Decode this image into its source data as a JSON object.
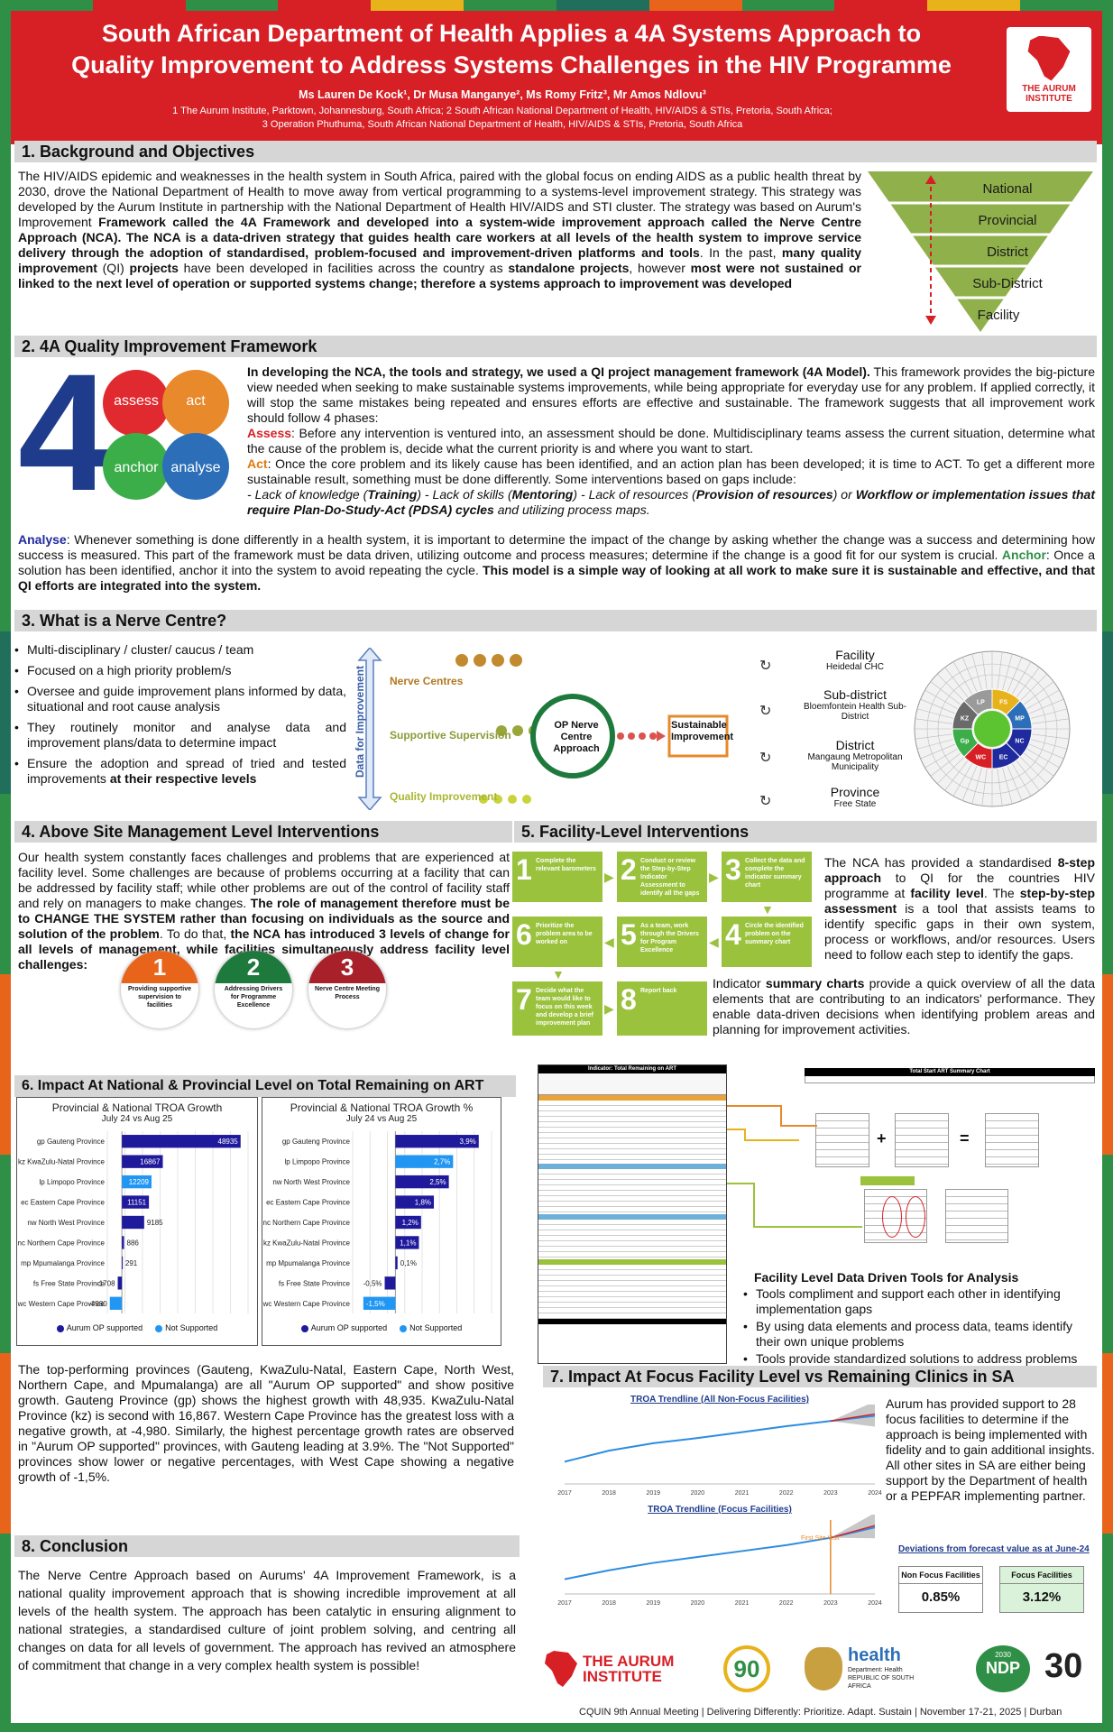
{
  "header": {
    "title_line1": "South African Department of Health Applies a 4A Systems Approach to",
    "title_line2": "Quality Improvement to Address Systems Challenges in the HIV Programme",
    "authors": "Ms Lauren De Kock¹,  Dr Musa Manganye², Ms Romy Fritz³,  Mr Amos Ndlovu³",
    "aff_line1": "1 The Aurum Institute, Parktown, Johannesburg, South Africa; 2 South African National Department of Health, HIV/AIDS & STIs, Pretoria, South Africa;",
    "aff_line2": "3 Operation Phuthuma, South African National Department of Health, HIV/AIDS & STIs, Pretoria, South Africa",
    "logo_line1": "THE AURUM",
    "logo_line2": "INSTITUTE"
  },
  "s1": {
    "title": "1. Background and Objectives",
    "p1": "The HIV/AIDS epidemic and weaknesses in the health system in South Africa, paired with the global focus on ending AIDS as a public health threat by 2030, drove the National Department of Health to move away from vertical programming to a systems-level improvement strategy. This strategy was developed by the Aurum Institute in partnership with the National Department of Health HIV/AIDS and STI cluster. The strategy was based on Aurum's Improvement ",
    "b1": "Framework called the 4A Framework and developed into a system-wide improvement approach called the Nerve Centre Approach (NCA). The NCA is a data-driven strategy that guides health care workers at all levels of the health system to improve service delivery through the adoption of standardised, problem-focused and improvement-driven platforms and tools",
    "p2": ". In the past, ",
    "b2": "many quality improvement",
    "p3": " (QI) ",
    "b3": "projects",
    "p4": " have been developed in facilities across the country as ",
    "b4": "standalone projects",
    "p5": ", however ",
    "b5": "most were not sustained or linked to the next level of operation or supported systems change; therefore a systems approach to improvement was developed",
    "levels": [
      "National",
      "Provincial",
      "District",
      "Sub-District",
      "Facility"
    ]
  },
  "s2": {
    "title": "2.  4A Quality Improvement Framework",
    "logo": {
      "four": "4",
      "assess": "assess",
      "act": "act",
      "anchor": "anchor",
      "analyse": "analyse"
    },
    "intro_b": "In developing the NCA, the tools and strategy, we used a QI project management framework (4A Model).",
    "intro": " This framework provides the big-picture view needed when seeking to make sustainable systems improvements, while being appropriate for everyday use for any problem. If applied correctly, it will stop the same mistakes being repeated and ensures efforts are effective and sustainable. The framework suggests that all improvement work should follow 4 phases:",
    "assess_l": "Assess",
    "assess": ": Before any intervention is ventured into, an assessment should be done. Multidisciplinary teams assess the current situation, determine what the cause of the problem is, decide what the current priority is and where you want to start.",
    "act_l": "Act",
    "act": ": Once the core problem and its likely cause has been identified, and an action plan has been developed; it is time to ACT. To get a different more sustainable result, something must be done differently. Some interventions based on gaps include:",
    "gaps": "-   Lack of knowledge (",
    "g1": "Training",
    "g2": ")   - Lack of skills (",
    "g3": "Mentoring",
    "g4": ")   - Lack of resources (",
    "g5": "Provision of resources",
    "g6": ") or ",
    "g7": "Workflow or implementation issues that require Plan-Do-Study-Act (PDSA) cycles",
    "g8": " and utilizing process maps.",
    "analyse_l": "Analyse",
    "analyse": ": Whenever something is done differently in a health system, it is important to determine the impact of the change by asking whether the change was a success and determining how success is measured. This part of the framework must be data driven, utilizing outcome and process measures; determine if the change is a good fit for our system is crucial.  ",
    "anchor_l": "Anchor",
    "anchor": ": Once a solution has been identified, anchor it into the system to avoid repeating the cycle. ",
    "anchor_b": "This model is a simple way of looking at all work to make sure it is sustainable and effective, and that QI efforts are integrated into the system."
  },
  "s3": {
    "title": "3.  What is a Nerve Centre?",
    "bullets": [
      "Multi-disciplinary / cluster/ caucus / team",
      "Focused on a high priority problem/s",
      "Oversee and guide improvement plans informed by data, situational and root cause analysis",
      "They routinely monitor and analyse data and improvement plans/data to determine impact",
      "Ensure the adoption and spread of tried and tested improvements "
    ],
    "bullet5_b": "at their respective levels",
    "axis": "Data for Improvement",
    "layers": [
      "Nerve Centres",
      "Supportive Supervision",
      "Quality Improvement"
    ],
    "op": "OP Nerve Centre Approach",
    "sustain": "Sustainable Improvement",
    "levels": [
      {
        "name": "Facility",
        "sub": "Heidedal CHC"
      },
      {
        "name": "Sub-district",
        "sub": "Bloemfontein Health Sub-District"
      },
      {
        "name": "District",
        "sub": "Mangaung Metropolitan Municipality"
      },
      {
        "name": "Province",
        "sub": "Free State"
      }
    ],
    "wheel": [
      "FS",
      "MP",
      "NC",
      "EC",
      "WC",
      "Gp",
      "KZ",
      "LP"
    ]
  },
  "s4": {
    "title": "4.  Above Site Management Level Interventions",
    "p1": "Our health system constantly faces challenges and problems that are experienced at facility level. Some challenges are because of problems occurring at a facility that can be addressed by facility staff; while other problems are out of the control of facility staff and rely on managers to make changes. ",
    "b1": "The role of management therefore must be to CHANGE THE SYSTEM rather than focusing on individuals as the source and solution of the problem",
    "p2": ". To do that, ",
    "b2": "the NCA has introduced 3 levels of change for all levels of management, while facilities simultaneously address facility level challenges:",
    "circles": [
      {
        "n": "1",
        "label": "Providing supportive supervision to facilities",
        "color": "#e8641b"
      },
      {
        "n": "2",
        "label": "Addressing Drivers for Programme Excellence",
        "color": "#1e7a3c"
      },
      {
        "n": "3",
        "label": "Nerve Centre Meeting Process",
        "color": "#a8202a"
      }
    ]
  },
  "s5": {
    "title": "5.  Facility-Level Interventions",
    "steps": [
      "Complete the relevant barometers",
      "Conduct or review the Step-by-Step Indicator Assessment to identify all the gaps",
      "Collect the data and complete the indicator summary chart",
      "Circle the identified problem on the summary chart",
      "As a team, work through the Drivers for Program Excellence",
      "Prioritize the problem area to be worked on",
      "Decide what the team would like to focus on this week and develop a brief improvement plan",
      "Report back"
    ],
    "p1": "The NCA has provided a standardised ",
    "b1": "8-step approach",
    "p2": " to QI for the countries HIV programme at ",
    "b2": "facility level",
    "p3": ". The ",
    "b3": "step-by-step assessment",
    "p4": " is a tool that assists teams to identify specific gaps in their own system, process or workflows, and/or resources.  Users need to follow each step to identify the gaps.",
    "p5": "Indicator ",
    "b5": "summary charts",
    "p6": " provide a quick overview of all the data elements that are contributing to an indicators' performance. They enable data-driven decisions when identifying problem areas and planning for improvement activities.",
    "tools_title": "Facility Level Data Driven Tools for Analysis",
    "tools": [
      "Tools compliment and support each other in identifying implementation gaps",
      "By using data elements and process data, teams identify their own unique problems",
      "Tools provide standardized solutions to address problems"
    ],
    "sheet_title": "Indicator: Total Remaining on ART",
    "summary_title": "Total Start ART Summary Chart"
  },
  "s6": {
    "title": "6.  Impact At National & Provincial Level on Total Remaining on ART",
    "p1": "The top-performing provinces (Gauteng, KwaZulu-Natal, Eastern Cape, North West, Northern Cape, and Mpumalanga) are all \"Aurum OP supported\" and show positive growth. Gauteng Province (gp) shows the highest growth with 48,935. KwaZulu-Natal Province (kz) is second with 16,867. Western Cape Province has the greatest loss with a   negative growth, at -4,980. Similarly, the highest percentage growth rates are observed in \"Aurum OP supported\" provinces, with Gauteng leading at 3.9%. The \"Not Supported\" provinces show lower or negative percentages, with West Cape showing a negative growth of -1,5%."
  },
  "s7": {
    "title": "7.  Impact At Focus Facility Level vs Remaining Clinics in SA",
    "p1": "Aurum has provided support to 28 focus  facilities to determine if the approach is being implemented with fidelity and to gain additional insights.",
    "p2": "All other sites in SA are either being support by the Department of health or a PEPFAR implementing partner.",
    "dev_title": "Deviations from forecast value as at June-24",
    "kpi": [
      {
        "label": "Non Focus Facilities",
        "value": "0.85%"
      },
      {
        "label": "Focus Facilities",
        "value": "3.12%"
      }
    ],
    "first_visit": "First Site Visit"
  },
  "s8": {
    "title": "8.  Conclusion",
    "p1": "The Nerve Centre Approach based on Aurums' 4A Improvement Framework, is a national quality improvement approach that is showing incredible improvement at all levels of the health system. The approach has been catalytic in ensuring alignment to national strategies, a standardised culture of joint problem solving, and centring all changes on data for all levels of government. The approach has revived an atmosphere of commitment that change in a very complex health system is possible!"
  },
  "logos": {
    "aurum": "THE AURUM INSTITUTE",
    "ninety": "90",
    "health": "health",
    "dept": "Department: Health REPUBLIC OF SOUTH AFRICA",
    "ndp": "NDP",
    "ndp_year": "2030",
    "thirty": "30"
  },
  "footer": "CQUIN 9th Annual Meeting | Delivering Differently: Prioritize. Adapt. Sustain | November 17-21, 2025 | Durban",
  "chart_data": [
    {
      "type": "bar",
      "title": "Provincial & National TROA Growth",
      "subtitle": "July 24 vs Aug 25",
      "categories": [
        "gp Gauteng Province",
        "kz KwaZulu-Natal Province",
        "lp Limpopo Province",
        "ec Eastern Cape Province",
        "nw North West Province",
        "nc Northern Cape Province",
        "mp Mpumalanga Province",
        "fs Free State Province",
        "wc Western Cape Province"
      ],
      "values": [
        48935,
        16867,
        12209,
        11151,
        9185,
        886,
        291,
        -1708,
        -4980
      ],
      "labels": [
        "48935",
        "16867",
        "12209",
        "11151",
        "9185",
        "886",
        "291",
        "-1708",
        "-4980"
      ],
      "groups": [
        "Aurum OP supported",
        "Aurum OP supported",
        "Not Supported",
        "Aurum OP supported",
        "Aurum OP supported",
        "Aurum OP supported",
        "Aurum OP supported",
        "Aurum OP supported",
        "Not Supported"
      ],
      "legend": [
        "Aurum OP supported",
        "Not Supported"
      ],
      "colors": {
        "Aurum OP supported": "#1f1a9c",
        "Not Supported": "#2196f3"
      },
      "xlim": [
        -6000,
        52000
      ]
    },
    {
      "type": "bar",
      "title": "Provincial & National TROA Growth %",
      "subtitle": "July 24 vs Aug 25",
      "categories": [
        "gp Gauteng Province",
        "lp Limpopo Province",
        "nw North West Province",
        "ec Eastern Cape Province",
        "nc Northern Cape Province",
        "kz KwaZulu-Natal Province",
        "mp Mpumalanga Province",
        "fs Free State Province",
        "wc Western Cape Province"
      ],
      "values": [
        3.9,
        2.7,
        2.5,
        1.8,
        1.2,
        1.1,
        0.1,
        -0.5,
        -1.5
      ],
      "labels": [
        "3,9%",
        "2,7%",
        "2,5%",
        "1,8%",
        "1,2%",
        "1,1%",
        "0,1%",
        "-0,5%",
        "-1,5%"
      ],
      "groups": [
        "Aurum OP supported",
        "Not Supported",
        "Aurum OP supported",
        "Aurum OP supported",
        "Aurum OP supported",
        "Aurum OP supported",
        "Aurum OP supported",
        "Aurum OP supported",
        "Not Supported"
      ],
      "legend": [
        "Aurum OP supported",
        "Not Supported"
      ],
      "colors": {
        "Aurum OP supported": "#1f1a9c",
        "Not Supported": "#2196f3"
      },
      "xlim": [
        -2,
        4.5
      ]
    },
    {
      "type": "line",
      "title": "TROA Trendline (All Non-Focus Facilities)",
      "x": [
        "2017",
        "2018",
        "2019",
        "2020",
        "2021",
        "2022",
        "2023",
        "2024"
      ],
      "y": [
        30,
        45,
        55,
        62,
        70,
        78,
        85,
        92
      ]
    },
    {
      "type": "line",
      "title": "TROA Trendline (Focus Facilities)",
      "x": [
        "2017",
        "2018",
        "2019",
        "2020",
        "2021",
        "2022",
        "2023",
        "2024"
      ],
      "y": [
        20,
        32,
        42,
        50,
        58,
        66,
        76,
        90
      ]
    }
  ]
}
